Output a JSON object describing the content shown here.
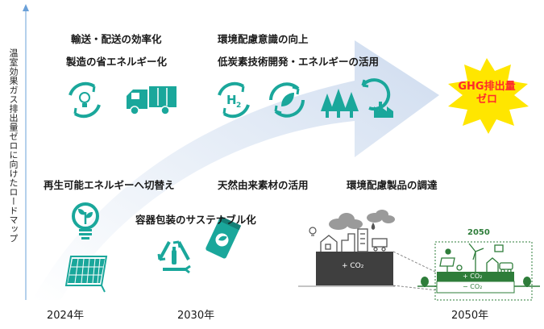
{
  "vertical_axis_label": "温室効果ガス排出量ゼロに向けたロードマップ",
  "labels": {
    "transport": "輸送・配送の効率化",
    "manufacturing": "製造の省エネルギー化",
    "awareness": "環境配慮意識の向上",
    "lowcarbon": "低炭素技術開発・エネルギーの活用",
    "renewable": "再生可能エネルギーへ切替え",
    "natural": "天然由来素材の活用",
    "procurement": "環境配慮製品の調達",
    "packaging": "容器包装のサステナブル化"
  },
  "goal": {
    "line1": "GHG排出量",
    "line2": "ゼロ"
  },
  "years": {
    "y2024": "2024年",
    "y2030": "2030年",
    "y2050": "2050年"
  },
  "illustration": {
    "plus_co2_left": "+ CO₂",
    "year_badge": "2050",
    "plus_co2_right": "+ CO₂",
    "minus_co2_right": "− CO₂"
  },
  "colors": {
    "teal": "#1aa79b",
    "arrow": "#dde7f4",
    "goal_red": "#ff2a2a",
    "burst_yellow": "#ffe600",
    "dark_gray": "#3f3f3f",
    "green_bar": "#2e7d3a"
  }
}
